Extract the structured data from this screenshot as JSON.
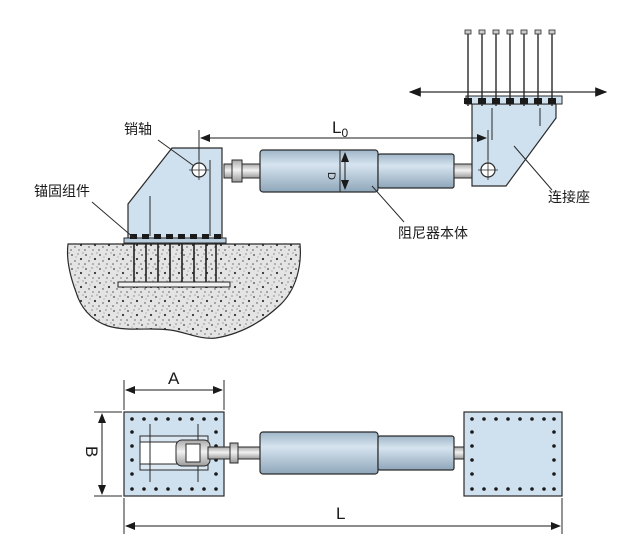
{
  "labels": {
    "pin": "销轴",
    "anchor": "锚固组件",
    "connector": "连接座",
    "body": "阻尼器本体"
  },
  "dimensions": {
    "l0_main": "L",
    "l0_sub": "0",
    "d": "D",
    "a": "A",
    "b": "B",
    "l": "L"
  },
  "colors": {
    "bracket": "#cfe0ee",
    "cylinder": "#b7ccdc",
    "concrete": "#dcdcdc",
    "outline": "#2a2a2a"
  }
}
